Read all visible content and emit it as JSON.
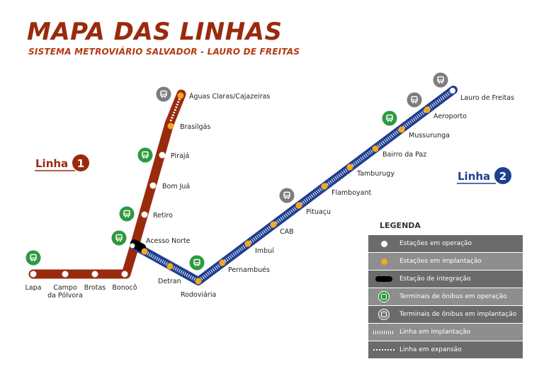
{
  "title": "MAPA DAS LINHAS",
  "subtitle": "SISTEMA METROVIÁRIO SALVADOR - LAURO DE FREITAS",
  "colors": {
    "line1": "#9a2a0e",
    "line2": "#1f3f8f",
    "op_station": "#ffffff",
    "impl_station": "#f4a81d",
    "bus_op": "#2e9a3e",
    "bus_impl": "#7d7d7d"
  },
  "line1": {
    "name": "Linha",
    "number": "1"
  },
  "line2": {
    "name": "Linha",
    "number": "2"
  },
  "stations": {
    "lapa": "Lapa",
    "campo": "Campo",
    "campo2": "da Pólvora",
    "brotas": "Brotas",
    "bonoco": "Bonocô",
    "acesso_norte": "Acesso Norte",
    "retiro": "Retiro",
    "bom_jua": "Bom Juá",
    "piraja": "Pirajá",
    "brasilgas": "Brasilgás",
    "aguas_claras": "Águas Claras/Cajazeiras",
    "detran": "Detran",
    "rodoviaria": "Rodoviária",
    "pernambues": "Pernambués",
    "imbui": "Imbuí",
    "cab": "CAB",
    "pituacu": "Pituaçu",
    "flamboyant": "Flamboyant",
    "tamburugy": "Tamburugy",
    "bairro_da_paz": "Bairro da Paz",
    "mussurunga": "Mussurunga",
    "aeroporto": "Aeroporto",
    "lauro": "Lauro de Freitas"
  },
  "legend": {
    "title": "LEGENDA",
    "items": [
      {
        "label": "Estações em operação",
        "icon": "white-dot"
      },
      {
        "label": "Estações em implantação",
        "icon": "orange-dot"
      },
      {
        "label": "Estação de integração",
        "icon": "black-pill"
      },
      {
        "label": "Terminais de ônibus em operação",
        "icon": "green-bus"
      },
      {
        "label": "Terminais de ônibus em implantação",
        "icon": "gray-bus"
      },
      {
        "label": "Linha em implantação",
        "icon": "hatched-line"
      },
      {
        "label": "Linha em expansão",
        "icon": "dashed-line"
      }
    ]
  }
}
